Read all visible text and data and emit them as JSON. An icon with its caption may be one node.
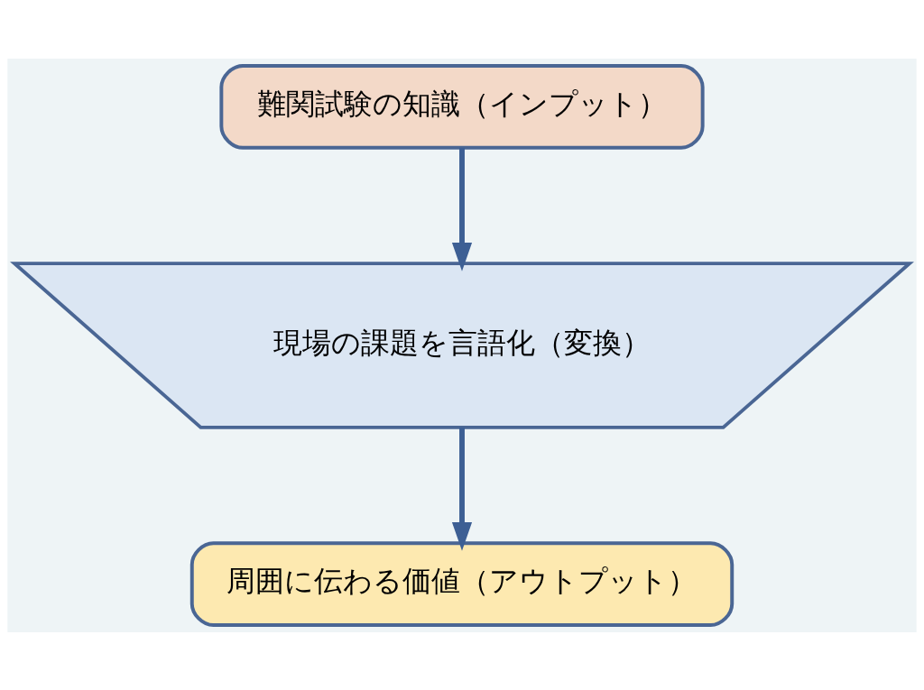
{
  "diagram": {
    "nodes": [
      {
        "text": [
          "難関試験の知識（インプット）"
        ]
      },
      {
        "text": [
          "現場の課題を言語化（変換）"
        ]
      },
      {
        "text": [
          "周囲に伝わる価値（アウトプット）"
        ]
      }
    ],
    "edges": [
      {
        "from": 0,
        "to": 1,
        "arrow": "to"
      },
      {
        "from": 1,
        "to": 2,
        "arrow": "to"
      }
    ]
  }
}
